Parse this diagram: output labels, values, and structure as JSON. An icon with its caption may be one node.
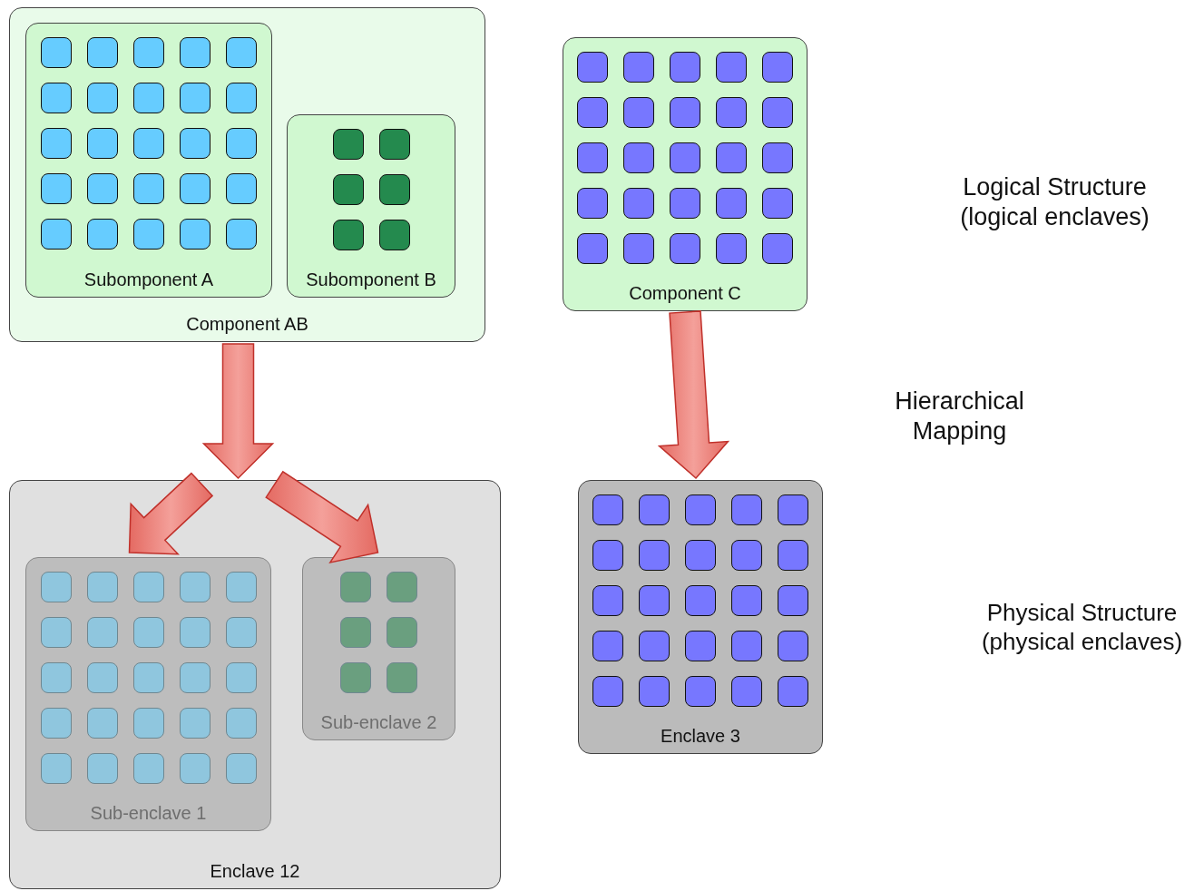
{
  "diagram": {
    "nodes": [
      {
        "text": [
          "Component AB"
        ]
      },
      {
        "text": [
          "Subomponent A"
        ],
        "in": 0
      },
      {
        "text": [],
        "shape": "box",
        "in": 1
      },
      {
        "text": [],
        "shape": "box",
        "in": 1
      },
      {
        "text": [],
        "shape": "box",
        "in": 1
      },
      {
        "text": [],
        "shape": "box",
        "in": 1
      },
      {
        "text": [],
        "shape": "box",
        "in": 1
      },
      {
        "text": [],
        "shape": "box",
        "in": 1
      },
      {
        "text": [],
        "shape": "box",
        "in": 1
      },
      {
        "text": [],
        "shape": "box",
        "in": 1
      },
      {
        "text": [],
        "shape": "box",
        "in": 1
      },
      {
        "text": [],
        "shape": "box",
        "in": 1
      },
      {
        "text": [],
        "shape": "box",
        "in": 1
      },
      {
        "text": [],
        "shape": "box",
        "in": 1
      },
      {
        "text": [],
        "shape": "box",
        "in": 1
      },
      {
        "text": [],
        "shape": "box",
        "in": 1
      },
      {
        "text": [],
        "shape": "box",
        "in": 1
      },
      {
        "text": [],
        "shape": "box",
        "in": 1
      },
      {
        "text": [],
        "shape": "box",
        "in": 1
      },
      {
        "text": [],
        "shape": "box",
        "in": 1
      },
      {
        "text": [],
        "shape": "box",
        "in": 1
      },
      {
        "text": [],
        "shape": "box",
        "in": 1
      },
      {
        "text": [],
        "shape": "box",
        "in": 1
      },
      {
        "text": [],
        "shape": "box",
        "in": 1
      },
      {
        "text": [],
        "shape": "box",
        "in": 1
      },
      {
        "text": [],
        "shape": "box",
        "in": 1
      },
      {
        "text": [],
        "shape": "box",
        "in": 1
      },
      {
        "text": [
          "Subomponent B"
        ],
        "in": 0
      },
      {
        "text": [],
        "shape": "box",
        "in": 27
      },
      {
        "text": [],
        "shape": "box",
        "in": 27
      },
      {
        "text": [],
        "shape": "box",
        "in": 27
      },
      {
        "text": [],
        "shape": "box",
        "in": 27
      },
      {
        "text": [],
        "shape": "box",
        "in": 27
      },
      {
        "text": [],
        "shape": "box",
        "in": 27
      },
      {
        "text": [
          "Component C"
        ]
      },
      {
        "text": [],
        "shape": "box",
        "in": 34
      },
      {
        "text": [],
        "shape": "box",
        "in": 34
      },
      {
        "text": [],
        "shape": "box",
        "in": 34
      },
      {
        "text": [],
        "shape": "box",
        "in": 34
      },
      {
        "text": [],
        "shape": "box",
        "in": 34
      },
      {
        "text": [],
        "shape": "box",
        "in": 34
      },
      {
        "text": [],
        "shape": "box",
        "in": 34
      },
      {
        "text": [],
        "shape": "box",
        "in": 34
      },
      {
        "text": [],
        "shape": "box",
        "in": 34
      },
      {
        "text": [],
        "shape": "box",
        "in": 34
      },
      {
        "text": [],
        "shape": "box",
        "in": 34
      },
      {
        "text": [],
        "shape": "box",
        "in": 34
      },
      {
        "text": [],
        "shape": "box",
        "in": 34
      },
      {
        "text": [],
        "shape": "box",
        "in": 34
      },
      {
        "text": [],
        "shape": "box",
        "in": 34
      },
      {
        "text": [],
        "shape": "box",
        "in": 34
      },
      {
        "text": [],
        "shape": "box",
        "in": 34
      },
      {
        "text": [],
        "shape": "box",
        "in": 34
      },
      {
        "text": [],
        "shape": "box",
        "in": 34
      },
      {
        "text": [],
        "shape": "box",
        "in": 34
      },
      {
        "text": [],
        "shape": "box",
        "in": 34
      },
      {
        "text": [],
        "shape": "box",
        "in": 34
      },
      {
        "text": [],
        "shape": "box",
        "in": 34
      },
      {
        "text": [],
        "shape": "box",
        "in": 34
      },
      {
        "text": [],
        "shape": "box",
        "in": 34
      },
      {
        "text": [
          "Enclave 12"
        ]
      },
      {
        "text": [
          "Sub-enclave 1"
        ],
        "in": 60
      },
      {
        "text": [],
        "shape": "box",
        "in": 61
      },
      {
        "text": [],
        "shape": "box",
        "in": 61
      },
      {
        "text": [],
        "shape": "box",
        "in": 61
      },
      {
        "text": [],
        "shape": "box",
        "in": 61
      },
      {
        "text": [],
        "shape": "box",
        "in": 61
      },
      {
        "text": [],
        "shape": "box",
        "in": 61
      },
      {
        "text": [],
        "shape": "box",
        "in": 61
      },
      {
        "text": [],
        "shape": "box",
        "in": 61
      },
      {
        "text": [],
        "shape": "box",
        "in": 61
      },
      {
        "text": [],
        "shape": "box",
        "in": 61
      },
      {
        "text": [],
        "shape": "box",
        "in": 61
      },
      {
        "text": [],
        "shape": "box",
        "in": 61
      },
      {
        "text": [],
        "shape": "box",
        "in": 61
      },
      {
        "text": [],
        "shape": "box",
        "in": 61
      },
      {
        "text": [],
        "shape": "box",
        "in": 61
      },
      {
        "text": [],
        "shape": "box",
        "in": 61
      },
      {
        "text": [],
        "shape": "box",
        "in": 61
      },
      {
        "text": [],
        "shape": "box",
        "in": 61
      },
      {
        "text": [],
        "shape": "box",
        "in": 61
      },
      {
        "text": [],
        "shape": "box",
        "in": 61
      },
      {
        "text": [],
        "shape": "box",
        "in": 61
      },
      {
        "text": [],
        "shape": "box",
        "in": 61
      },
      {
        "text": [],
        "shape": "box",
        "in": 61
      },
      {
        "text": [],
        "shape": "box",
        "in": 61
      },
      {
        "text": [],
        "shape": "box",
        "in": 61
      },
      {
        "text": [
          "Sub-enclave 2"
        ],
        "in": 60
      },
      {
        "text": [],
        "shape": "box",
        "in": 87
      },
      {
        "text": [],
        "shape": "box",
        "in": 87
      },
      {
        "text": [],
        "shape": "box",
        "in": 87
      },
      {
        "text": [],
        "shape": "box",
        "in": 87
      },
      {
        "text": [],
        "shape": "box",
        "in": 87
      },
      {
        "text": [],
        "shape": "box",
        "in": 87
      },
      {
        "text": [
          "Enclave 3"
        ]
      },
      {
        "text": [],
        "shape": "box",
        "in": 94
      },
      {
        "text": [],
        "shape": "box",
        "in": 94
      },
      {
        "text": [],
        "shape": "box",
        "in": 94
      },
      {
        "text": [],
        "shape": "box",
        "in": 94
      },
      {
        "text": [],
        "shape": "box",
        "in": 94
      },
      {
        "text": [],
        "shape": "box",
        "in": 94
      },
      {
        "text": [],
        "shape": "box",
        "in": 94
      },
      {
        "text": [],
        "shape": "box",
        "in": 94
      },
      {
        "text": [],
        "shape": "box",
        "in": 94
      },
      {
        "text": [],
        "shape": "box",
        "in": 94
      },
      {
        "text": [],
        "shape": "box",
        "in": 94
      },
      {
        "text": [],
        "shape": "box",
        "in": 94
      },
      {
        "text": [],
        "shape": "box",
        "in": 94
      },
      {
        "text": [],
        "shape": "box",
        "in": 94
      },
      {
        "text": [],
        "shape": "box",
        "in": 94
      },
      {
        "text": [],
        "shape": "box",
        "in": 94
      },
      {
        "text": [],
        "shape": "box",
        "in": 94
      },
      {
        "text": [],
        "shape": "box",
        "in": 94
      },
      {
        "text": [],
        "shape": "box",
        "in": 94
      },
      {
        "text": [],
        "shape": "box",
        "in": 94
      },
      {
        "text": [],
        "shape": "box",
        "in": 94
      },
      {
        "text": [],
        "shape": "box",
        "in": 94
      },
      {
        "text": [],
        "shape": "box",
        "in": 94
      },
      {
        "text": [],
        "shape": "box",
        "in": 94
      },
      {
        "text": [],
        "shape": "box",
        "in": 94
      }
    ],
    "edges": [
      {
        "from": 0,
        "to": 61,
        "arrow": "to"
      },
      {
        "from": 0,
        "to": 87,
        "arrow": "to"
      },
      {
        "from": 34,
        "to": 94,
        "arrow": "to"
      }
    ],
    "labels": [
      "Logical Structure (logical enclaves)",
      "Hierarchical Mapping",
      "Physical Structure (physical enclaves)"
    ]
  }
}
